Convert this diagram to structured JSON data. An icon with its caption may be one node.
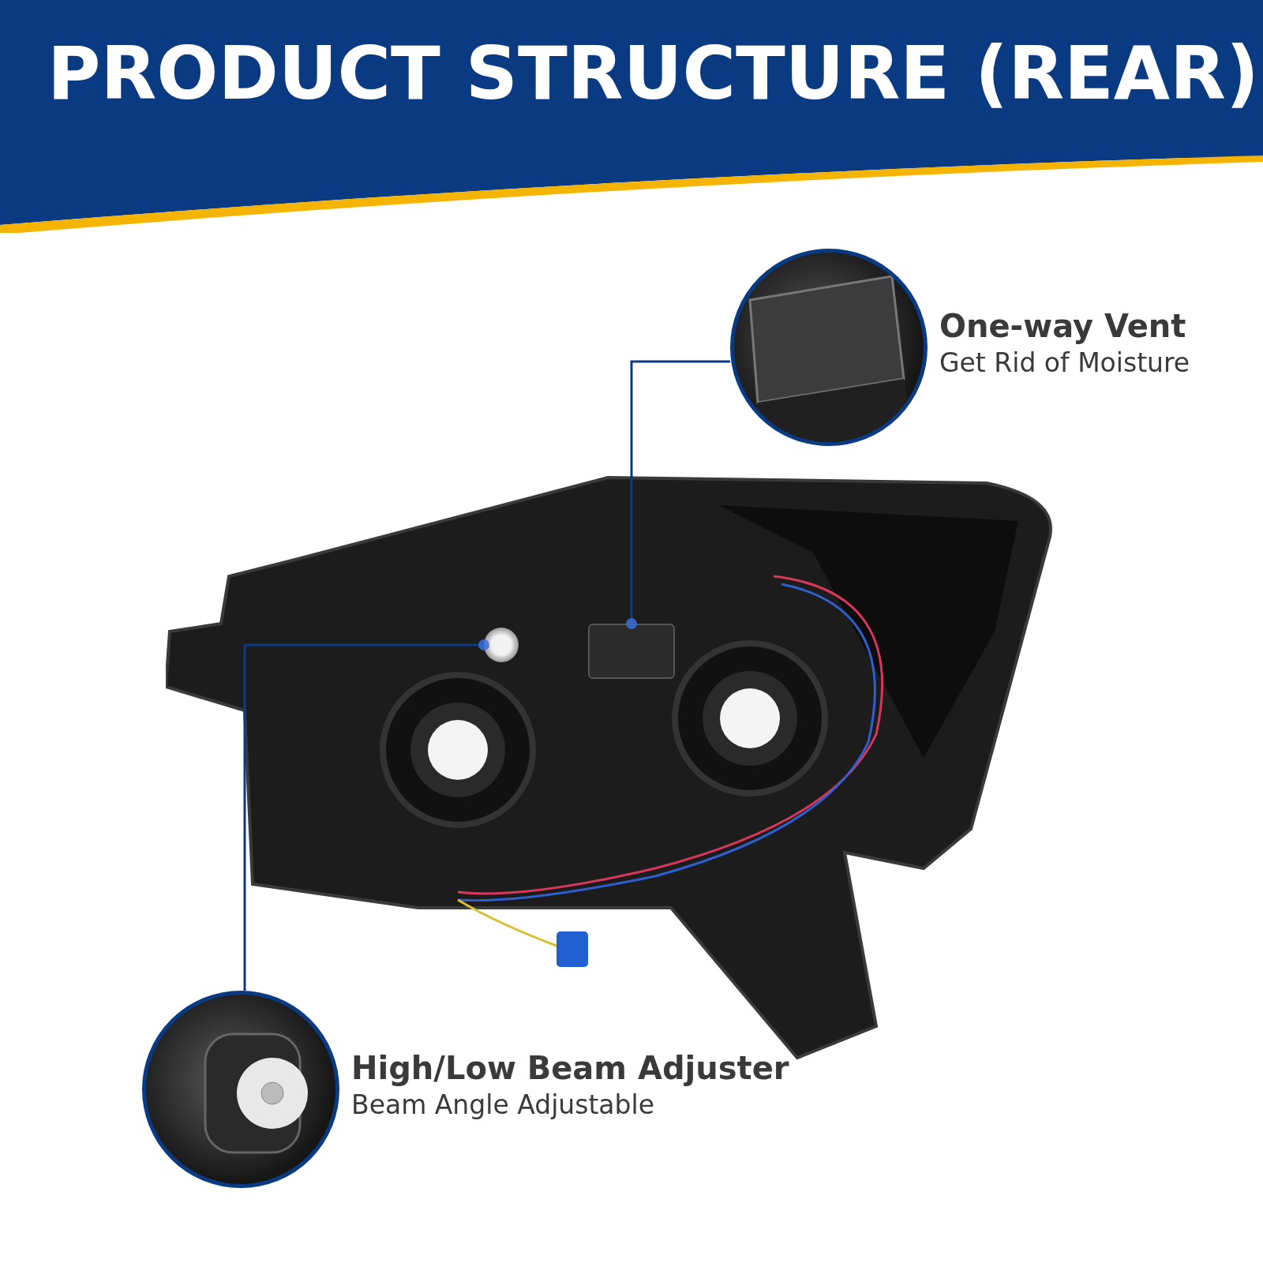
{
  "diagram": {
    "title": "PRODUCT STRUCTURE (REAR)",
    "nodes": [
      {
        "text": [],
        "shape": "picture"
      },
      {
        "text": [],
        "shape": "box",
        "in": 0
      },
      {
        "text": [],
        "shape": "circle",
        "in": 0
      },
      {
        "text": [],
        "shape": "picture",
        "beside": [
          "One-way Vent",
          "Get Rid of Moisture"
        ]
      },
      {
        "text": [],
        "shape": "picture",
        "beside": [
          "High/Low Beam Adjuster",
          "Beam Angle Adjustable"
        ]
      }
    ],
    "edges": [
      {
        "from": 3,
        "to": 1,
        "arrow": "other"
      },
      {
        "from": 4,
        "to": 2,
        "arrow": "other"
      }
    ]
  }
}
